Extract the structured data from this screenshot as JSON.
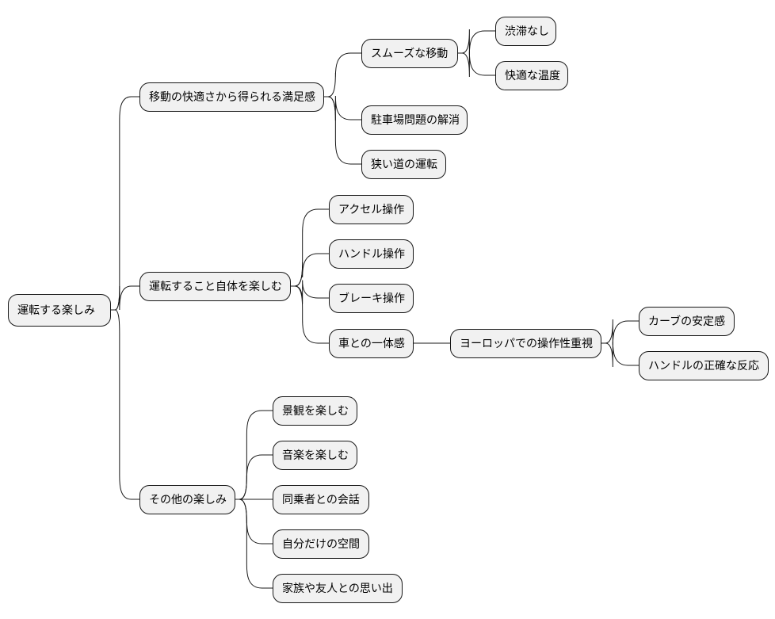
{
  "colors": {
    "node_fill": "#f1f1f1",
    "node_stroke": "#181818",
    "edge": "#181818",
    "text": "#000000"
  },
  "nodes": [
    {
      "id": "root",
      "label": "運転する楽しみ"
    },
    {
      "id": "comfort",
      "label": "移動の快適さから得られる満足感",
      "parent": "root"
    },
    {
      "id": "smooth",
      "label": "スムーズな移動",
      "parent": "comfort"
    },
    {
      "id": "nojam",
      "label": "渋滞なし",
      "parent": "smooth"
    },
    {
      "id": "temp",
      "label": "快適な温度",
      "parent": "smooth"
    },
    {
      "id": "parking",
      "label": "駐車場問題の解消",
      "parent": "comfort"
    },
    {
      "id": "narrow",
      "label": "狭い道の運転",
      "parent": "comfort"
    },
    {
      "id": "drive",
      "label": "運転すること自体を楽しむ",
      "parent": "root"
    },
    {
      "id": "accel",
      "label": "アクセル操作",
      "parent": "drive"
    },
    {
      "id": "steer",
      "label": "ハンドル操作",
      "parent": "drive"
    },
    {
      "id": "brake",
      "label": "ブレーキ操作",
      "parent": "drive"
    },
    {
      "id": "unity",
      "label": "車との一体感",
      "parent": "drive"
    },
    {
      "id": "euro",
      "label": "ヨーロッパでの操作性重視",
      "parent": "unity"
    },
    {
      "id": "curve",
      "label": "カーブの安定感",
      "parent": "euro"
    },
    {
      "id": "precise",
      "label": "ハンドルの正確な反応",
      "parent": "euro"
    },
    {
      "id": "other",
      "label": "その他の楽しみ",
      "parent": "root"
    },
    {
      "id": "scenery",
      "label": "景観を楽しむ",
      "parent": "other"
    },
    {
      "id": "music",
      "label": "音楽を楽しむ",
      "parent": "other"
    },
    {
      "id": "talk",
      "label": "同乗者との会話",
      "parent": "other"
    },
    {
      "id": "space",
      "label": "自分だけの空間",
      "parent": "other"
    },
    {
      "id": "memories",
      "label": "家族や友人との思い出",
      "parent": "other"
    }
  ]
}
